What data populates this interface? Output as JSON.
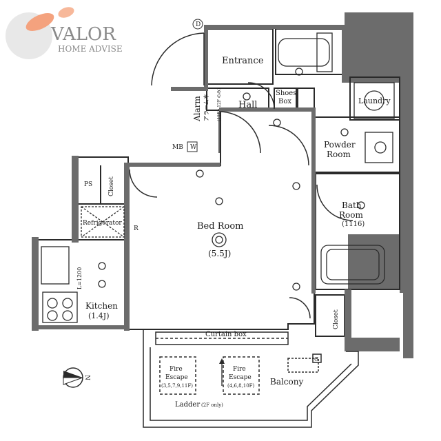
{
  "brand": {
    "name": "VALOR",
    "tagline": "HOME ADVISE",
    "accent_color": "#f08a5a",
    "text_color": "#8a8a8a"
  },
  "rooms": {
    "entrance": "Entrance",
    "hall": "Hall",
    "shoes_box": [
      "Shoes",
      "Box"
    ],
    "laundry": "Laundry",
    "powder_room": [
      "Powder",
      "Room"
    ],
    "bath_room": [
      "Bath",
      "Room",
      "(1116)"
    ],
    "bed_room": "Bed Room",
    "bed_room_size": "(5.5J)",
    "closet_left": "Closet",
    "closet_right": "Closet",
    "ps": "PS",
    "refrigerator": "Refrigerator",
    "kitchen": "Kitchen",
    "kitchen_size": "(1.4J)",
    "kitchen_len": "L=1200",
    "curtain_box": "Curtain box",
    "balcony": "Balcony",
    "fire_escape_1": [
      "Fire",
      "Escape",
      "(3,5,7,9,11F)"
    ],
    "fire_escape_2": [
      "Fire",
      "Escape",
      "(4,6,8,10F)"
    ],
    "ladder": "Ladder",
    "ladder_note": "(2F only)",
    "alarm": "Alarm",
    "alarm_jp": "アラーム本",
    "alarm_note": "(11F・12F のみ)",
    "mb": "MB",
    "w": "W",
    "r": "R",
    "d": "D",
    "g": "G",
    "north": "N"
  },
  "colors": {
    "wall": "#6c6c6c",
    "line": "#2a2a2a"
  }
}
